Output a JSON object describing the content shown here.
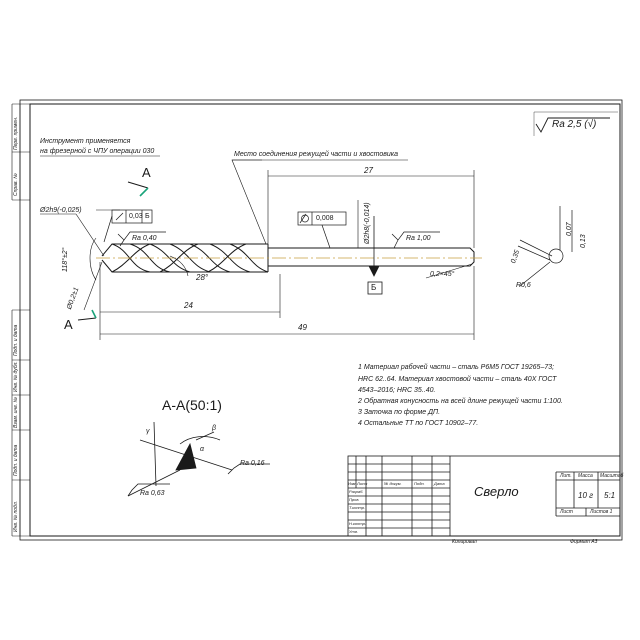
{
  "roughness": {
    "general": "Ra 2,5 (√)"
  },
  "instrument_note": [
    "Инструмент применяется",
    "на фрезерной с ЧПУ операции 030"
  ],
  "joint_note": "Место соединения режущей части и хвостовика",
  "section_label": "A",
  "section_title": "A-A(50:1)",
  "dims": {
    "total_length": "49",
    "cutting_length": "24",
    "shank_length": "27",
    "tip_diam": "Ø2h9(-0,025)",
    "shank_diam": "Ø2h8(-0,014)",
    "point_angle": "118°±2°",
    "helix_angle": "28°",
    "chamfer": "0,2×45°",
    "left_dim": "Ø0,2±1",
    "r_right": "R0,6",
    "d007": "0,07",
    "d013": "0,13",
    "d035": "0,35",
    "section_gamma": "γ",
    "section_alpha": "α",
    "section_beta": "β"
  },
  "tolerances": {
    "runout_value": "0,03",
    "runout_datum": "Б",
    "cyl_value": "0,008",
    "datum_label": "Б"
  },
  "roughness_marks": {
    "tip": "Ra 0,40",
    "shank": "Ra 1,00",
    "section_right": "Ra 0,16",
    "section_left": "Ra 0,63"
  },
  "notes": [
    "1 Материал рабочей части – сталь Р6М5 ГОСТ 19265–73;",
    "HRC 62..64. Материал хвостовой части – сталь 40Х ГОСТ",
    "4543–2016; HRC 35..40.",
    "2 Обратная конусность на всей длине режущей части 1:100.",
    "3 Заточка по форме ДП.",
    "4 Остальные ТТ по ГОСТ 10902–77."
  ],
  "title_block": {
    "name": "Сверло",
    "headers": {
      "lit": "Лит.",
      "mass": "Масса",
      "scale": "Масштаб"
    },
    "mass": "10 г",
    "scale": "5:1",
    "sheet": "Лист",
    "sheets": "Листов 1",
    "changes_header": [
      "Изм",
      "Лист",
      "№ докум.",
      "Подп.",
      "Дата"
    ],
    "roles": [
      "Разраб.",
      "Пров.",
      "Т.контр.",
      "",
      "Н.контр.",
      "Утв."
    ],
    "copied": "Копировал",
    "format": "Формат  A3"
  },
  "side_labels": [
    "Перв. примен.",
    "Справ. №",
    "Подп. и дата",
    "Инв. № дубл.",
    "Взам. инв. №",
    "Подп. и дата",
    "Инв. № подл."
  ],
  "colors": {
    "line": "#1a1a1a",
    "accent": "#1aa37a",
    "axis": "#c8a040"
  }
}
